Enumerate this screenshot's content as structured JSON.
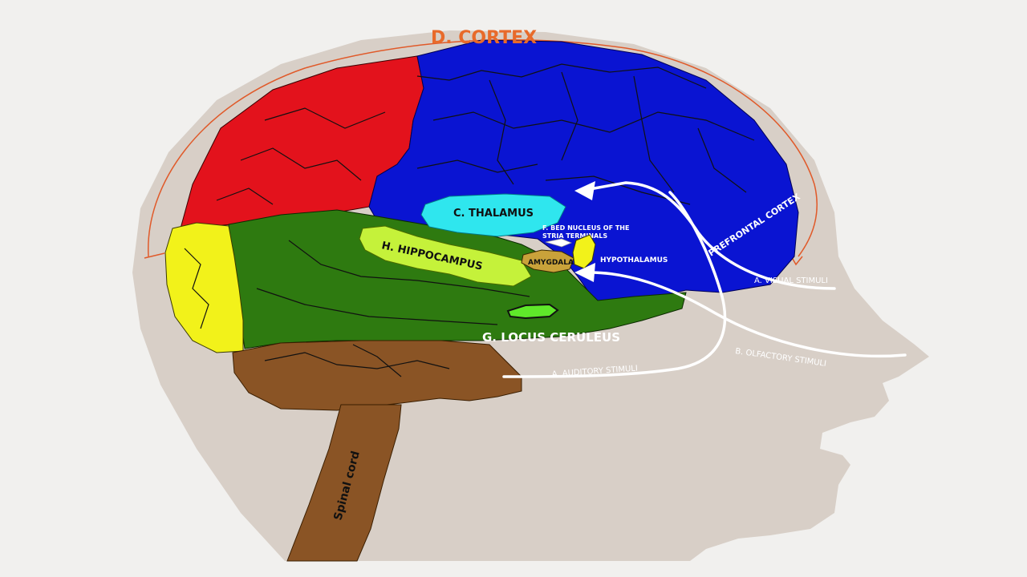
{
  "title": "D. CORTEX",
  "labels": {
    "thalamus": "C. THALAMUS",
    "hippocampus": "H. HIPPOCAMPUS",
    "amygdala": "AMYGDALA",
    "bed_nucleus_line1": "F. BED NUCLEUS OF THE",
    "bed_nucleus_line2": "STRIA TERMINALS",
    "hypothalamus": "HYPOTHALAMUS",
    "locus_ceruleus": "G. LOCUS CERULEUS",
    "prefrontal_cortex": "PREFRONTAL CORTEX",
    "visual_stimuli": "A. VISUAL STIMULI",
    "olfactory_stimuli": "B. OLFACTORY STIMULI",
    "auditory_stimuli": "A. AUDITORY STIMULI",
    "spinal_cord": "Spinal cord"
  },
  "colors": {
    "background": "#f1f0ee",
    "head": "#d8cfc7",
    "frontal_blue": "#0a14d2",
    "parietal_red": "#e3121c",
    "temporal_green": "#2e7a10",
    "occipital_yellow": "#f2f21a",
    "cerebellum_brown": "#8a5425",
    "thalamus_cyan": "#2fe6ee",
    "hippocampus_lime": "#c5f23a",
    "amygdala_tan": "#c9a23a",
    "locus_green": "#5fe82a",
    "arrow_white": "#ffffff",
    "cortex_outline": "#e05a2a"
  }
}
